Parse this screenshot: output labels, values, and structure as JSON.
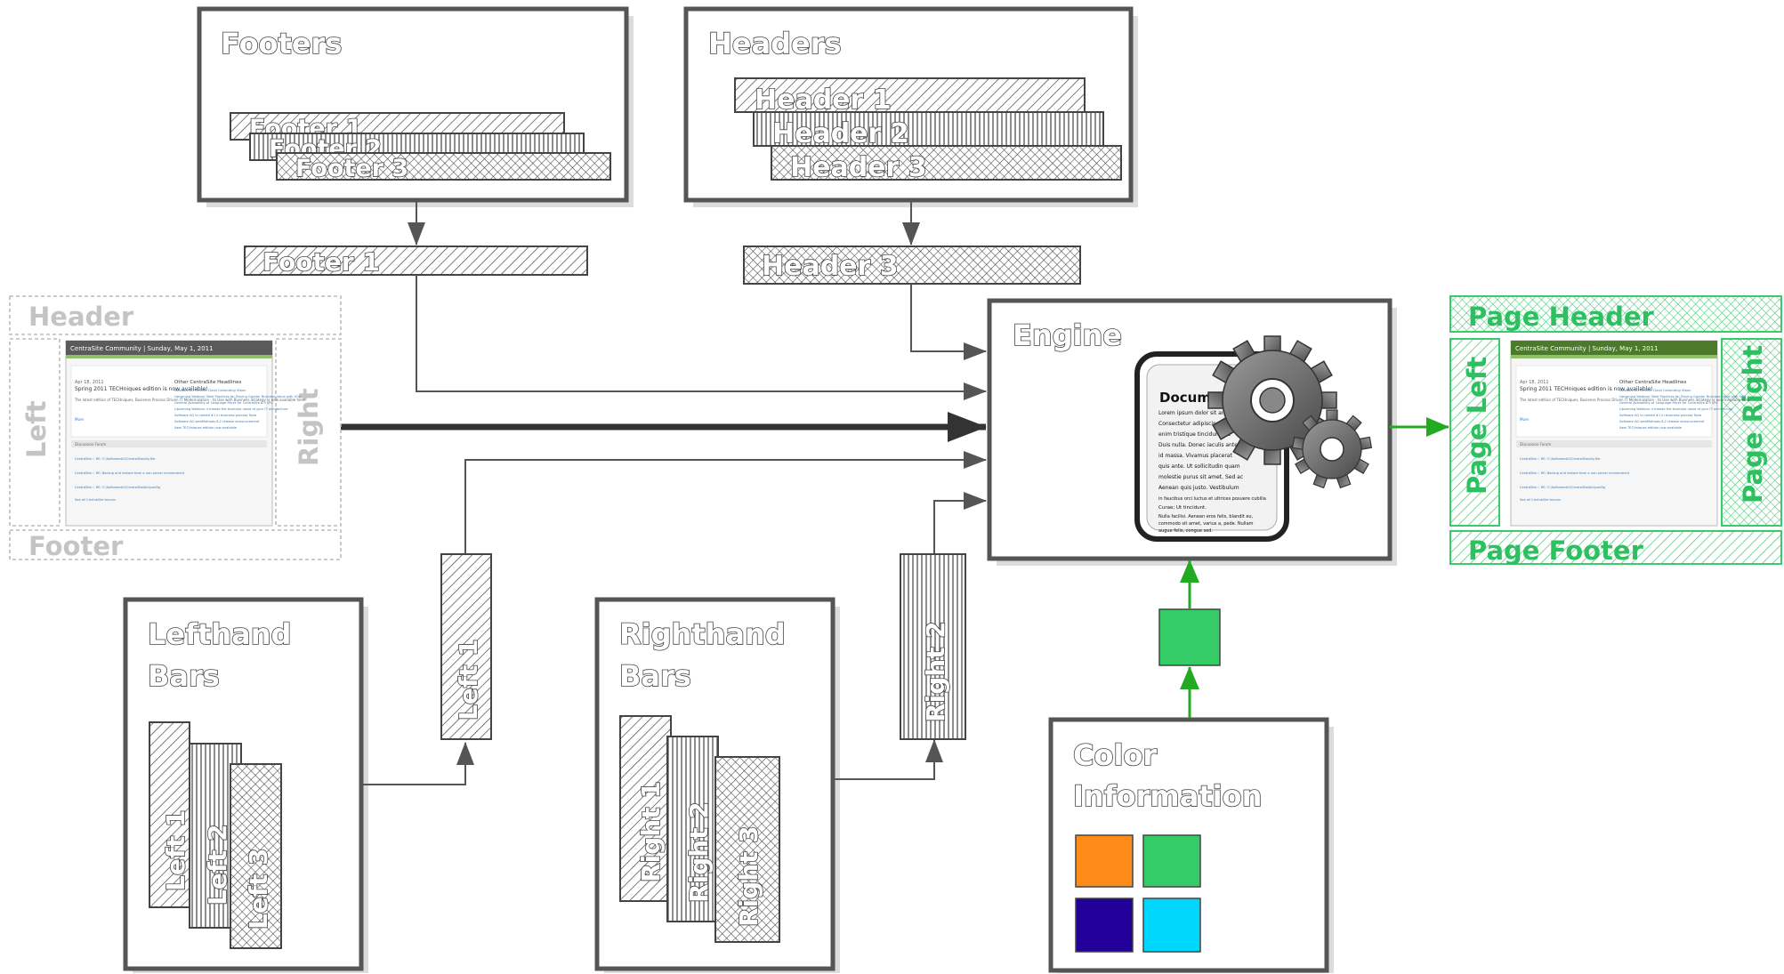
{
  "footers": {
    "title": "Footers",
    "items": [
      "Footer 1",
      "Footer 2",
      "Footer 3"
    ],
    "selected": "Footer 1"
  },
  "headers": {
    "title": "Headers",
    "items": [
      "Header 1",
      "Header 2",
      "Header 3"
    ],
    "selected": "Header 3"
  },
  "lefthand": {
    "title_line1": "Lefthand",
    "title_line2": "Bars",
    "items": [
      "Left 1",
      "Left 2",
      "Left 3"
    ],
    "selected": "Left 1"
  },
  "righthand": {
    "title_line1": "Righthand",
    "title_line2": "Bars",
    "items": [
      "Right 1",
      "Right 2",
      "Right 3"
    ],
    "selected": "Right 2"
  },
  "engine": {
    "title": "Engine",
    "document_title": "Document",
    "document_lines": [
      "Lorem ipsum dolor sit amet,",
      "Consectetur adipiscing elit.",
      "enim tristique tincidunt. Ve",
      "Duis nulla. Donec iaculis ante",
      "id massa. Vivamus placerat",
      "quis ante. Ut sollicitudin quam",
      "molestie purus sit amet. Sed ac",
      "Aenean quis justo. Vestibulum",
      "in faucibus orci luctus et ultrices posuere cubilia",
      "Curae; Ut tincidunt.",
      "Nulla facilisi. Aenean eros felis, blandit eu,",
      "commodo sit amet, varius a, pede. Nullam",
      "augue felis, congue sed."
    ]
  },
  "color_info": {
    "title_line1": "Color",
    "title_line2": "Information",
    "swatches": [
      "#ff8c1a",
      "#33cc66",
      "#220099",
      "#00d7ff"
    ]
  },
  "input_page": {
    "header": "Header",
    "left": "Left",
    "right": "Right",
    "footer": "Footer"
  },
  "output_page": {
    "header": "Page Header",
    "left": "Page Left",
    "right": "Page Right",
    "footer": "Page Footer"
  },
  "thumbnail": {
    "banner": "CentraSite Community  |  Sunday, May 1, 2011",
    "date": "Apr 18, 2011",
    "headline": "Spring 2011 TECHniques edition is now available!",
    "teaser": "The latest edition of TECHniques, Business Process Driven IT Modernization - to Use with Business Strategy is now available here.",
    "more": "More",
    "side_title": "Other CentraSite Headlines",
    "side_items": [
      "Software AG Unveils Cloud Computing Vision",
      "Upcoming Webinar: Best Practices for Driving Greater Business Value with SOA",
      "General Availability of Language Packs for CentraSite 8.0 SP4",
      "Upcoming Webinar: Increase the business value of your IT architecture",
      "Software AG is named #1 in business process Tools",
      "Software AG webMethods 8.2 release announcement",
      "New TECHniques edition now available"
    ],
    "section": "Discussion Forum",
    "posts": [
      "CentraSite :: RE: C:\\SoftwareAG\\CentraSite\\cfg file",
      "CentraSite :: RE: Backup and restore from a non-server environment",
      "CentraSite :: RE: C:\\SoftwareAG\\CentraSite\\bin\\config"
    ],
    "all_link": "See all CentraSite forums"
  },
  "colors": {
    "frame": "#555555",
    "accent_green": "#22aa22",
    "ghost": "#c4c4c4",
    "output_green": "#2ec060"
  }
}
